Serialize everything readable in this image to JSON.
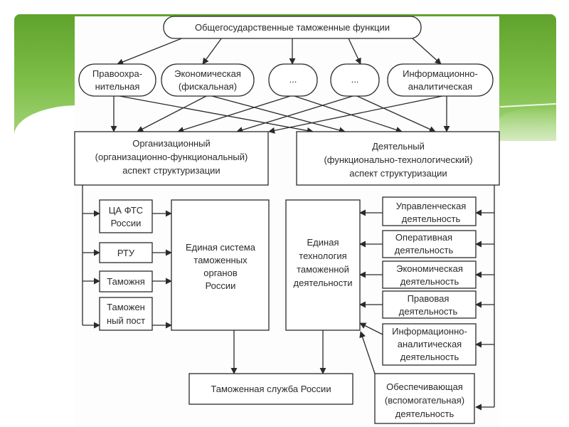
{
  "diagram": {
    "root": {
      "label": "Общегосударственные таможенные функции"
    },
    "functions": [
      {
        "id": "f1",
        "lines": [
          "Правоохра-",
          "нительная"
        ]
      },
      {
        "id": "f2",
        "lines": [
          "Экономическая",
          "(фискальная)"
        ]
      },
      {
        "id": "f3",
        "lines": [
          "..."
        ]
      },
      {
        "id": "f4",
        "lines": [
          "..."
        ]
      },
      {
        "id": "f5",
        "lines": [
          "Информационно-",
          "аналитическая"
        ]
      }
    ],
    "aspects": {
      "organizational": {
        "lines": [
          "Организационный",
          "(организационно-функциональный)",
          "аспект структуризации"
        ]
      },
      "activity": {
        "lines": [
          "Деятельный",
          "(функционально-технологический)",
          "аспект структуризации"
        ]
      }
    },
    "organs": [
      {
        "id": "o1",
        "lines": [
          "ЦА ФТС",
          "России"
        ]
      },
      {
        "id": "o2",
        "lines": [
          "РТУ"
        ]
      },
      {
        "id": "o3",
        "lines": [
          "Таможня"
        ]
      },
      {
        "id": "o4",
        "lines": [
          "Таможен",
          "ный пост"
        ]
      }
    ],
    "unified_system": {
      "lines": [
        "Единая система",
        "таможенных",
        "органов",
        "России"
      ]
    },
    "unified_technology": {
      "lines": [
        "Единая",
        "технология",
        "таможенной",
        "деятельности"
      ]
    },
    "activities": [
      {
        "id": "a1",
        "lines": [
          "Управленческая",
          "деятельность"
        ]
      },
      {
        "id": "a2",
        "lines": [
          "Оперативная",
          "деятельность"
        ]
      },
      {
        "id": "a3",
        "lines": [
          "Экономическая",
          "деятельность"
        ]
      },
      {
        "id": "a4",
        "lines": [
          "Правовая",
          "деятельность"
        ]
      },
      {
        "id": "a5",
        "lines": [
          "Информационно-",
          "аналитическая",
          "деятельность"
        ]
      },
      {
        "id": "a6",
        "lines": [
          "Обеспечивающая",
          "(вспомогательная)",
          "деятельность"
        ]
      }
    ],
    "result": {
      "label": "Таможенная служба России"
    },
    "colors": {
      "stroke": "#2b2b2b",
      "text": "#2b2b2b",
      "accent_green": "#5fa22c"
    }
  }
}
